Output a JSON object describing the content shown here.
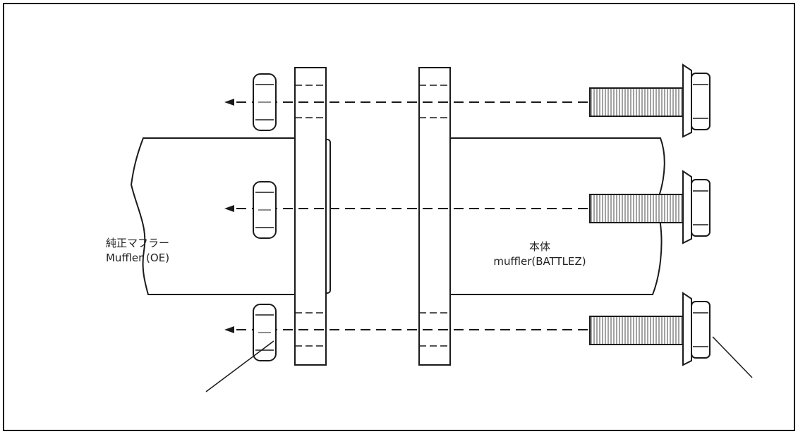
{
  "labels": {
    "oe_line1": "純正マフラー",
    "oe_line2": "Muffler (OE)",
    "main_line1": "本体",
    "main_line2": "muffler(BATTLEZ)"
  },
  "colors": {
    "stroke": "#1a1a1a",
    "fill": "#ffffff",
    "thread": "#d9d9d9"
  }
}
